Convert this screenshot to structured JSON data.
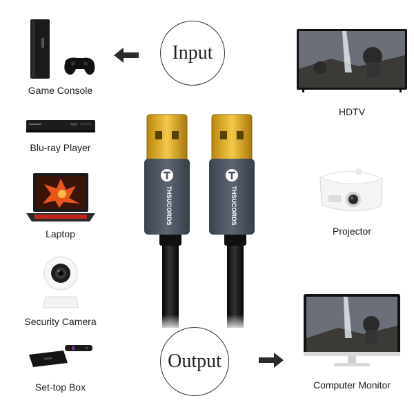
{
  "center": {
    "input_label": "Input",
    "output_label": "Output",
    "brand": "THSUCORDS"
  },
  "left_devices": [
    {
      "label": "Game Console",
      "icon": "game-console-icon"
    },
    {
      "label": "Blu-ray Player",
      "icon": "bluray-player-icon"
    },
    {
      "label": "Laptop",
      "icon": "laptop-icon"
    },
    {
      "label": "Security Camera",
      "icon": "security-camera-icon"
    },
    {
      "label": "Set-top Box",
      "icon": "set-top-box-icon"
    }
  ],
  "right_devices": [
    {
      "label": "HDTV",
      "icon": "hdtv-icon"
    },
    {
      "label": "Projector",
      "icon": "projector-icon"
    },
    {
      "label": "Computer Monitor",
      "icon": "computer-monitor-icon"
    }
  ],
  "colors": {
    "connector_gold": "#d9a520",
    "housing": "#4a5360",
    "cable": "#111111"
  }
}
